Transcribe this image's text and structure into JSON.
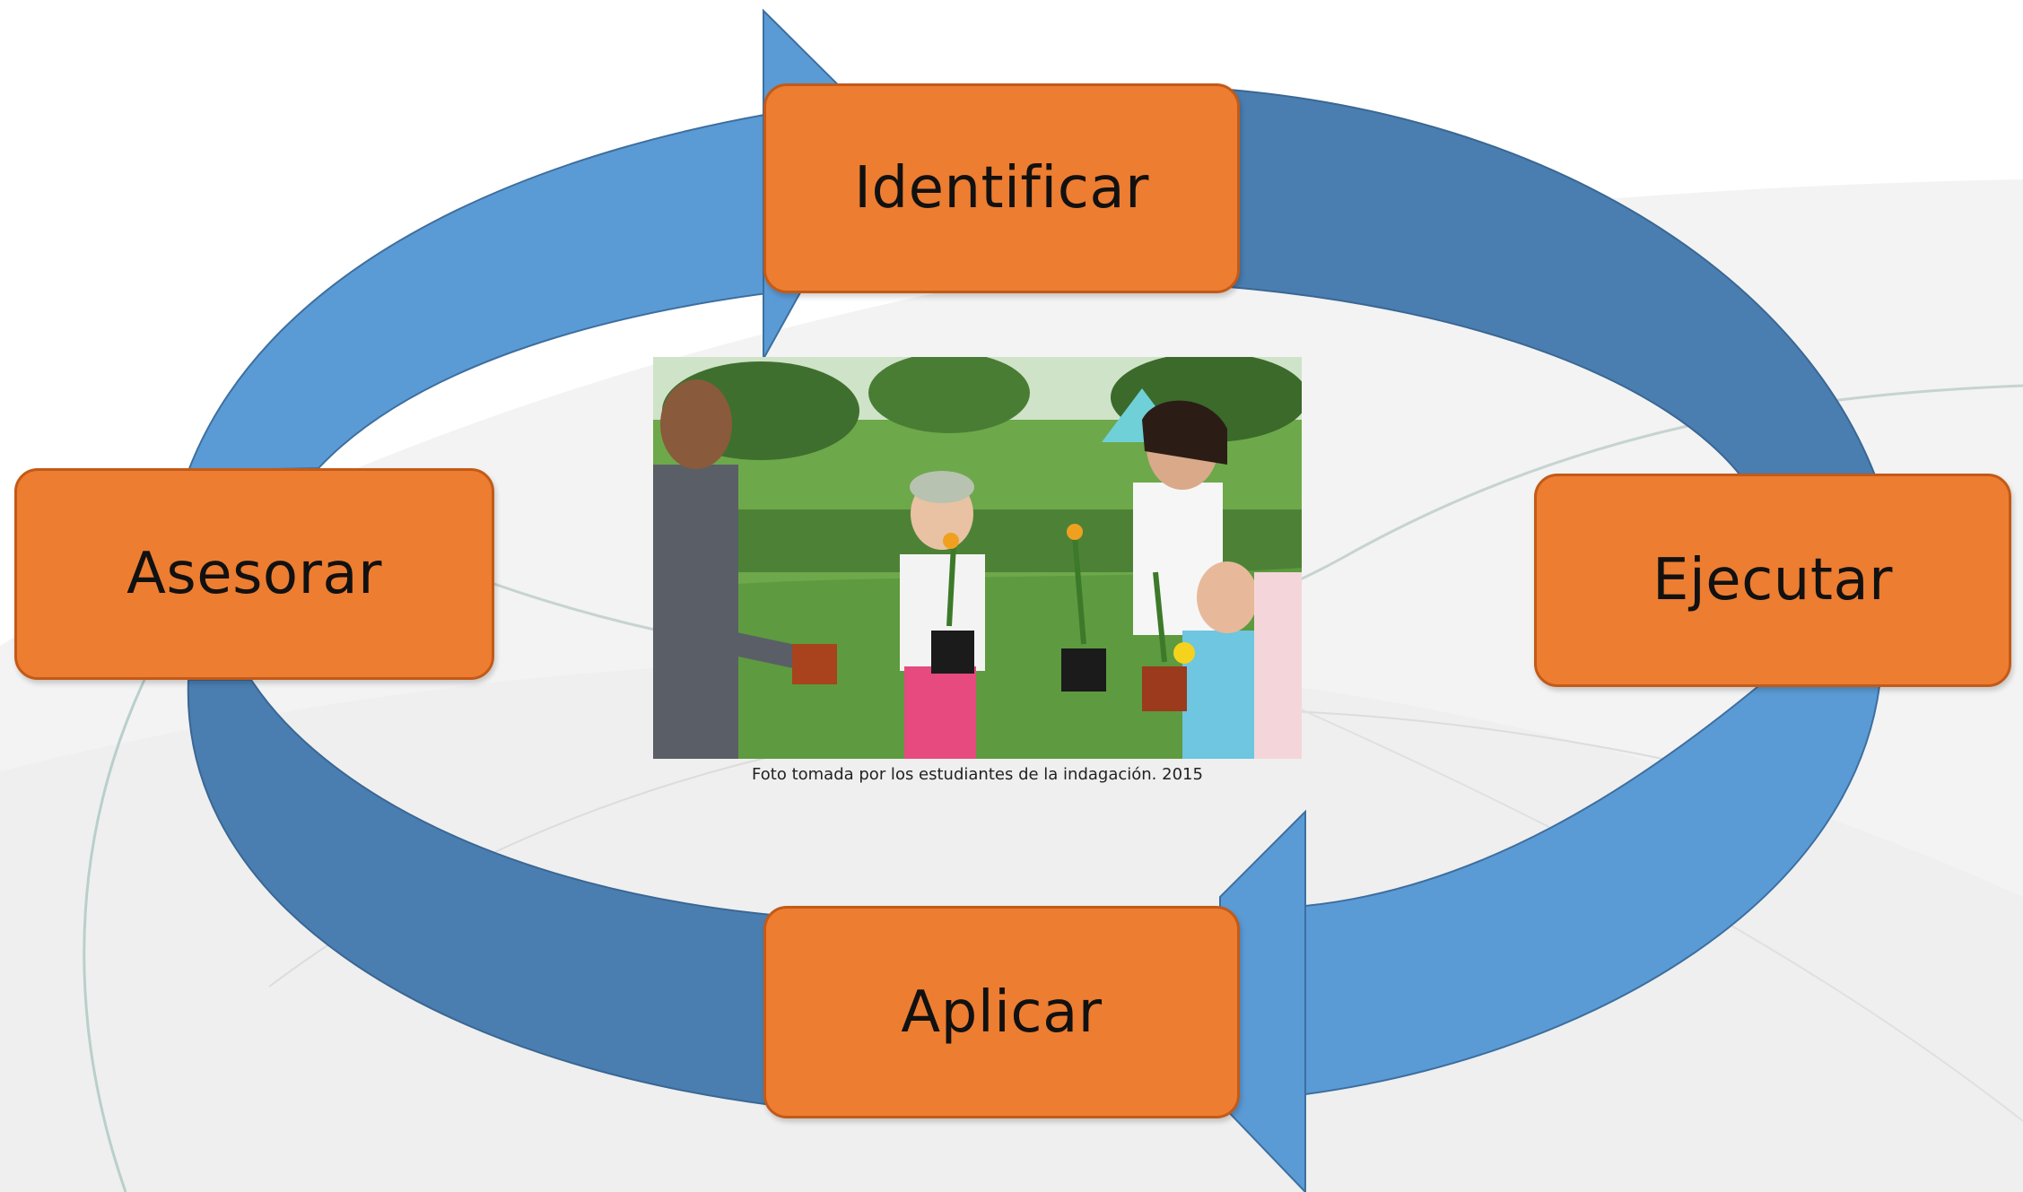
{
  "diagram": {
    "steps": [
      {
        "id": "identificar",
        "label": "Identificar"
      },
      {
        "id": "ejecutar",
        "label": "Ejecutar"
      },
      {
        "id": "aplicar",
        "label": "Aplicar"
      },
      {
        "id": "asesorar",
        "label": "Asesorar"
      }
    ],
    "flow_direction": "clockwise",
    "colors": {
      "arrow_light": "#5b9bd5",
      "arrow_dark": "#4a7eb0",
      "box_fill": "#ed7d31",
      "box_border": "#c35a17"
    }
  },
  "photo": {
    "subject": "teacher handing potted plants to children in a park",
    "caption": "Foto tomada por los estudiantes de la indagación. 2015"
  }
}
